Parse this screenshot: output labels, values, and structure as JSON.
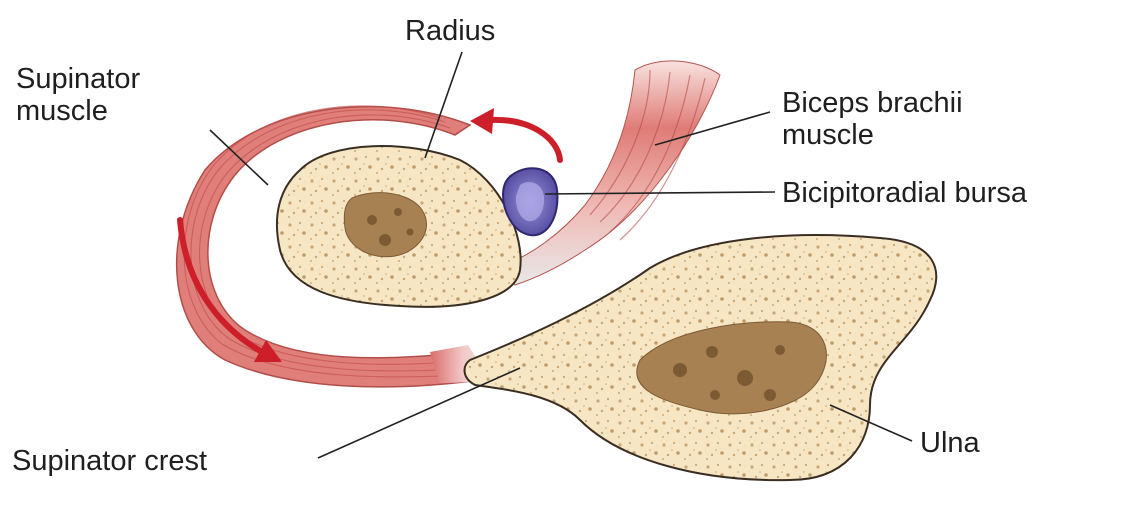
{
  "labels": {
    "radius": "Radius",
    "supinator_muscle": [
      "Supinator",
      "muscle"
    ],
    "biceps_brachii_muscle": [
      "Biceps brachii",
      "muscle"
    ],
    "bicipitoradial_bursa": "Bicipitoradial bursa",
    "supinator_crest": "Supinator crest",
    "ulna": "Ulna"
  },
  "colors": {
    "muscle": "#e07f7a",
    "muscle_dark": "#c85a57",
    "tendon": "#dcdcdc",
    "bone": "#f6e6c4",
    "bone_outline": "#3a2e22",
    "marrow": "#a88152",
    "bursa": "#7a6fc0",
    "bursa_dark": "#3d357f",
    "arrow": "#cc1f2a"
  }
}
